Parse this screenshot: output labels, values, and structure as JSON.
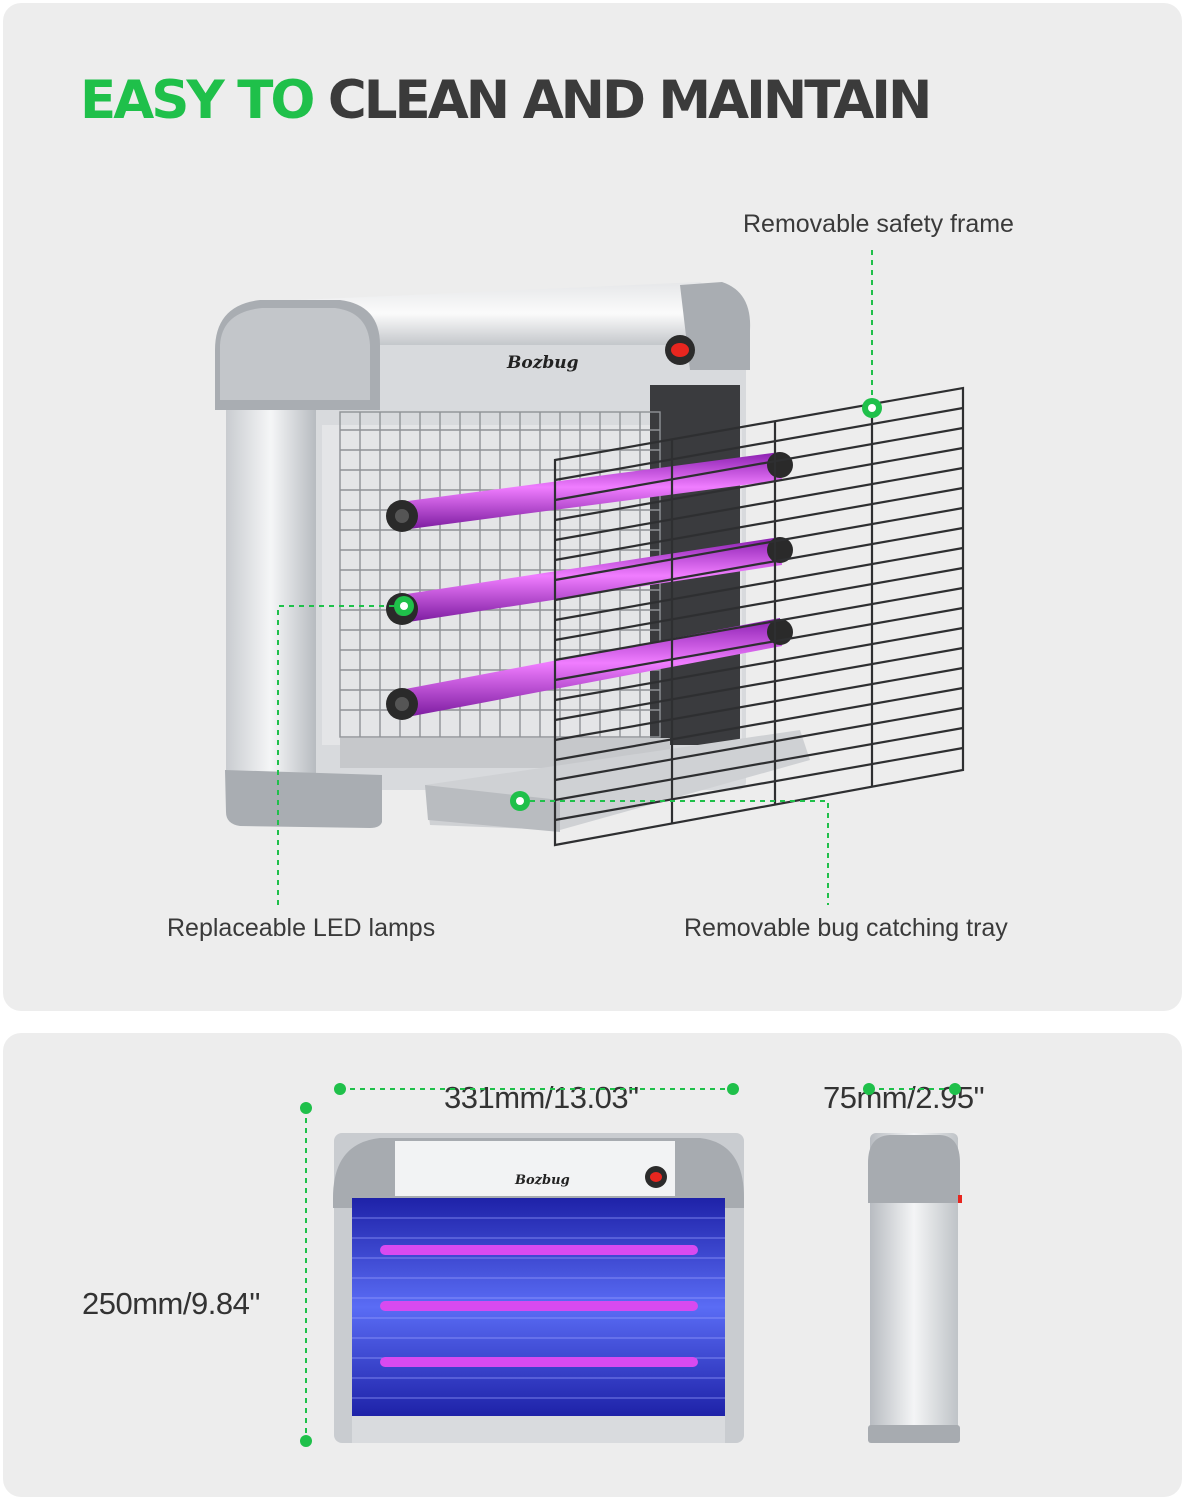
{
  "headline": {
    "green": "EASY TO",
    "dark": "CLEAN AND MAINTAIN"
  },
  "callouts": {
    "safety_frame": "Removable safety frame",
    "led_lamps": "Replaceable LED lamps",
    "tray": "Removable bug catching tray"
  },
  "product": {
    "brand": "Bozbug"
  },
  "dimensions": {
    "width": "331mm/13.03\"",
    "depth": "75mm/2.95\"",
    "height": "250mm/9.84\""
  },
  "colors": {
    "accent_green": "#1fc04a",
    "panel_bg": "#ededed",
    "uv_purple": "#c23de0",
    "uv_blue": "#3b3fe0",
    "switch_red": "#e8261f"
  }
}
